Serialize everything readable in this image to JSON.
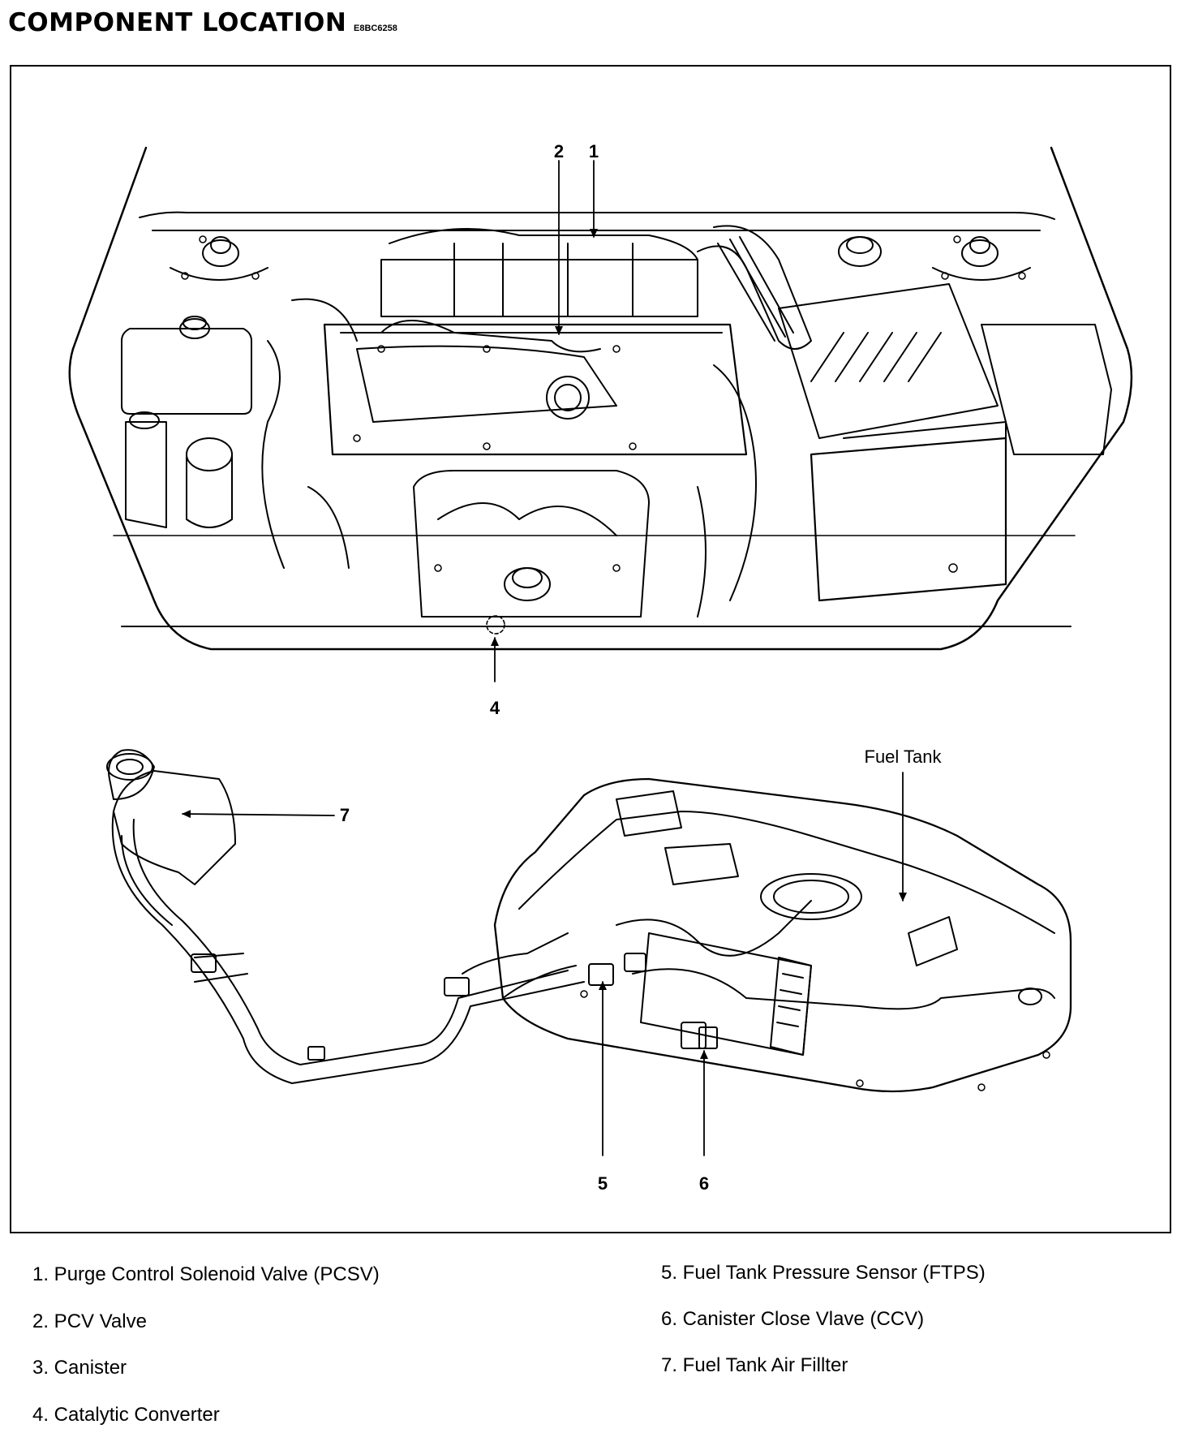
{
  "header": {
    "title": "COMPONENT LOCATION",
    "code": "E8BC6258"
  },
  "diagram": {
    "callouts": [
      "1",
      "2",
      "4",
      "5",
      "6",
      "7"
    ],
    "fuel_tank_label": "Fuel Tank"
  },
  "legend": {
    "left": [
      "1. Purge Control Solenoid Valve (PCSV)",
      "2. PCV Valve",
      "3. Canister",
      "4. Catalytic Converter"
    ],
    "right": [
      "5. Fuel Tank Pressure Sensor (FTPS)",
      "6. Canister Close Vlave (CCV)",
      "7. Fuel Tank Air Fillter"
    ]
  }
}
